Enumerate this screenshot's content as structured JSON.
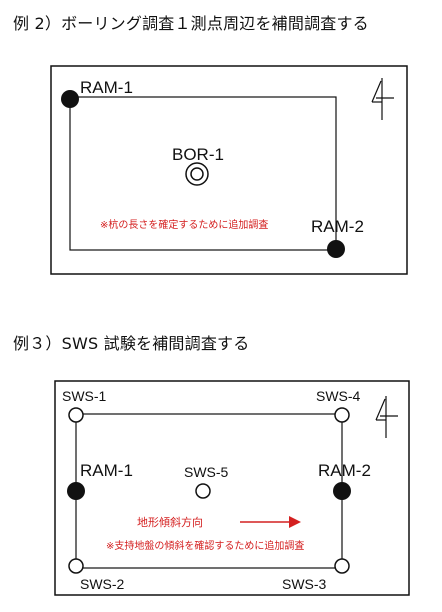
{
  "example2": {
    "title": "例 2）ボーリング調査１測点周辺を補間調査する",
    "labels": {
      "ram1": "RAM-1",
      "ram2": "RAM-2",
      "bor1": "BOR-1"
    },
    "note": "※杭の長さを確定するために追加調査"
  },
  "example3": {
    "title": "例３）SWS 試験を補間調査する",
    "labels": {
      "sws1": "SWS-1",
      "sws2": "SWS-2",
      "sws3": "SWS-3",
      "sws4": "SWS-4",
      "sws5": "SWS-5",
      "ram1": "RAM-1",
      "ram2": "RAM-2"
    },
    "slope_label": "地形傾斜方向",
    "note": "※支持地盤の傾斜を確認するために追加調査"
  },
  "colors": {
    "line": "#111111",
    "accent_red": "#d42020"
  },
  "icons": [
    "north-arrow-icon"
  ]
}
